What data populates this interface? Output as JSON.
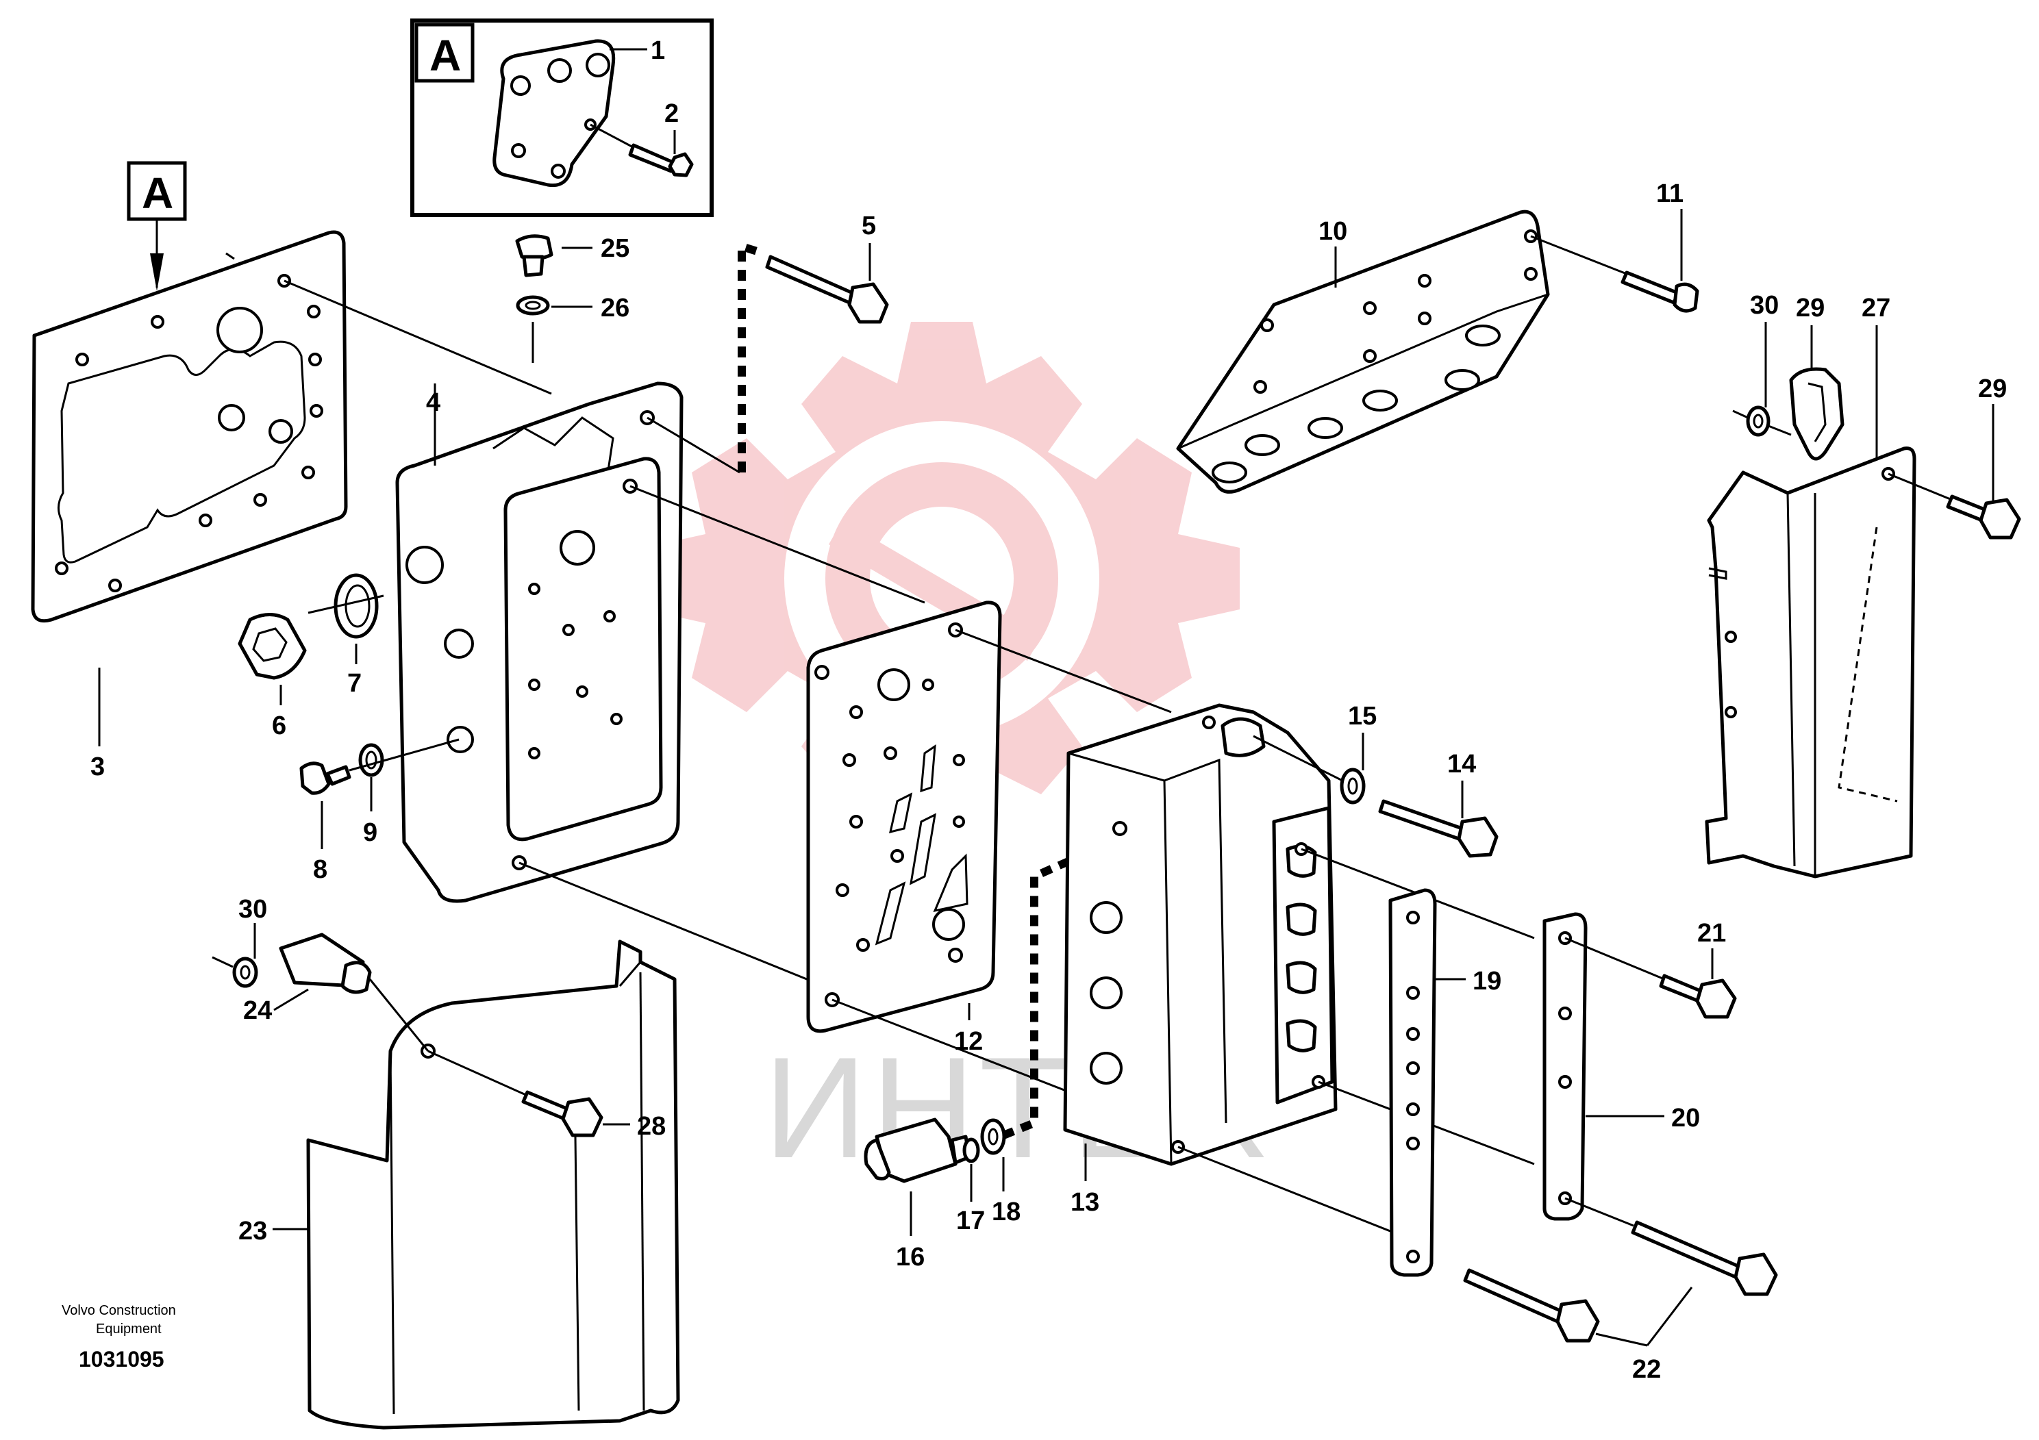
{
  "watermark": {
    "text": "ИНТЕХ",
    "gear_color": "#f7c9cc",
    "text_color": "#d8d8d8"
  },
  "footer": {
    "maker_line1": "Volvo Construction",
    "maker_line2": "Equipment",
    "drawing_number": "1031095"
  },
  "detail_view": {
    "label": "A",
    "callouts": [
      "1",
      "2"
    ]
  },
  "view_marker": {
    "label": "A"
  },
  "callouts": [
    "3",
    "4",
    "5",
    "6",
    "7",
    "8",
    "9",
    "10",
    "11",
    "12",
    "13",
    "14",
    "15",
    "16",
    "17",
    "18",
    "19",
    "20",
    "21",
    "22",
    "23",
    "24",
    "25",
    "26",
    "27",
    "28",
    "29",
    "29",
    "30",
    "30"
  ]
}
